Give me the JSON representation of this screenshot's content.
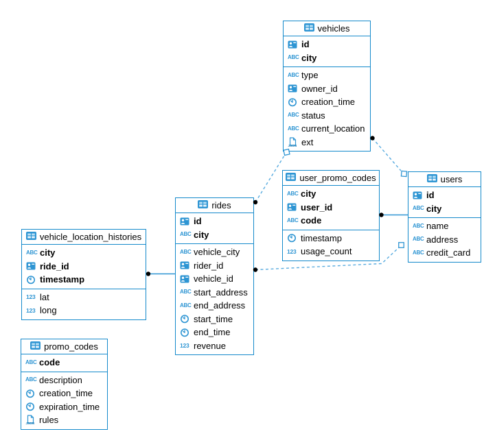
{
  "diagram": {
    "tables": [
      {
        "name": "vehicles",
        "columns": [
          {
            "name": "id",
            "type": "id",
            "pk": true
          },
          {
            "name": "city",
            "type": "string",
            "pk": true
          },
          {
            "name": "type",
            "type": "string",
            "pk": false
          },
          {
            "name": "owner_id",
            "type": "id",
            "pk": false
          },
          {
            "name": "creation_time",
            "type": "datetime",
            "pk": false
          },
          {
            "name": "status",
            "type": "string",
            "pk": false
          },
          {
            "name": "current_location",
            "type": "string",
            "pk": false
          },
          {
            "name": "ext",
            "type": "json",
            "pk": false
          }
        ]
      },
      {
        "name": "user_promo_codes",
        "columns": [
          {
            "name": "city",
            "type": "string",
            "pk": true
          },
          {
            "name": "user_id",
            "type": "id",
            "pk": true
          },
          {
            "name": "code",
            "type": "string",
            "pk": true
          },
          {
            "name": "timestamp",
            "type": "datetime",
            "pk": false
          },
          {
            "name": "usage_count",
            "type": "number",
            "pk": false
          }
        ]
      },
      {
        "name": "users",
        "columns": [
          {
            "name": "id",
            "type": "id",
            "pk": true
          },
          {
            "name": "city",
            "type": "string",
            "pk": true
          },
          {
            "name": "name",
            "type": "string",
            "pk": false
          },
          {
            "name": "address",
            "type": "string",
            "pk": false
          },
          {
            "name": "credit_card",
            "type": "string",
            "pk": false
          }
        ]
      },
      {
        "name": "rides",
        "columns": [
          {
            "name": "id",
            "type": "id",
            "pk": true
          },
          {
            "name": "city",
            "type": "string",
            "pk": true
          },
          {
            "name": "vehicle_city",
            "type": "string",
            "pk": false
          },
          {
            "name": "rider_id",
            "type": "id",
            "pk": false
          },
          {
            "name": "vehicle_id",
            "type": "id",
            "pk": false
          },
          {
            "name": "start_address",
            "type": "string",
            "pk": false
          },
          {
            "name": "end_address",
            "type": "string",
            "pk": false
          },
          {
            "name": "start_time",
            "type": "datetime",
            "pk": false
          },
          {
            "name": "end_time",
            "type": "datetime",
            "pk": false
          },
          {
            "name": "revenue",
            "type": "number",
            "pk": false
          }
        ]
      },
      {
        "name": "vehicle_location_histories",
        "columns": [
          {
            "name": "city",
            "type": "string",
            "pk": true
          },
          {
            "name": "ride_id",
            "type": "id",
            "pk": true
          },
          {
            "name": "timestamp",
            "type": "datetime",
            "pk": true
          },
          {
            "name": "lat",
            "type": "number",
            "pk": false
          },
          {
            "name": "long",
            "type": "number",
            "pk": false
          }
        ]
      },
      {
        "name": "promo_codes",
        "columns": [
          {
            "name": "code",
            "type": "string",
            "pk": true
          },
          {
            "name": "description",
            "type": "string",
            "pk": false
          },
          {
            "name": "creation_time",
            "type": "datetime",
            "pk": false
          },
          {
            "name": "expiration_time",
            "type": "datetime",
            "pk": false
          },
          {
            "name": "rules",
            "type": "json",
            "pk": false
          }
        ]
      }
    ],
    "relations": [
      {
        "from": "rides",
        "to": "vehicles",
        "line": "dashed",
        "from_marker": "dot",
        "to_marker": "open-square"
      },
      {
        "from": "vehicles",
        "to": "users",
        "line": "dashed",
        "from_marker": "dot",
        "to_marker": "open-square"
      },
      {
        "from": "rides",
        "to": "users",
        "line": "dashed",
        "from_marker": "dot",
        "to_marker": "open-square"
      },
      {
        "from": "user_promo_codes",
        "to": "users",
        "line": "solid",
        "from_marker": "dot",
        "to_marker": "none"
      },
      {
        "from": "vehicle_location_histories",
        "to": "rides",
        "line": "solid",
        "from_marker": "dot",
        "to_marker": "none"
      }
    ],
    "icons": {
      "string_label": "ABC",
      "number_label": "123",
      "json_label": "JSON"
    },
    "colors": {
      "table_border": "#1389cb",
      "icon_blue": "#2e95d3",
      "dashed_line": "#58abdf",
      "endpoint_dot": "#000000",
      "text": "#000000",
      "background": "#ffffff"
    }
  }
}
